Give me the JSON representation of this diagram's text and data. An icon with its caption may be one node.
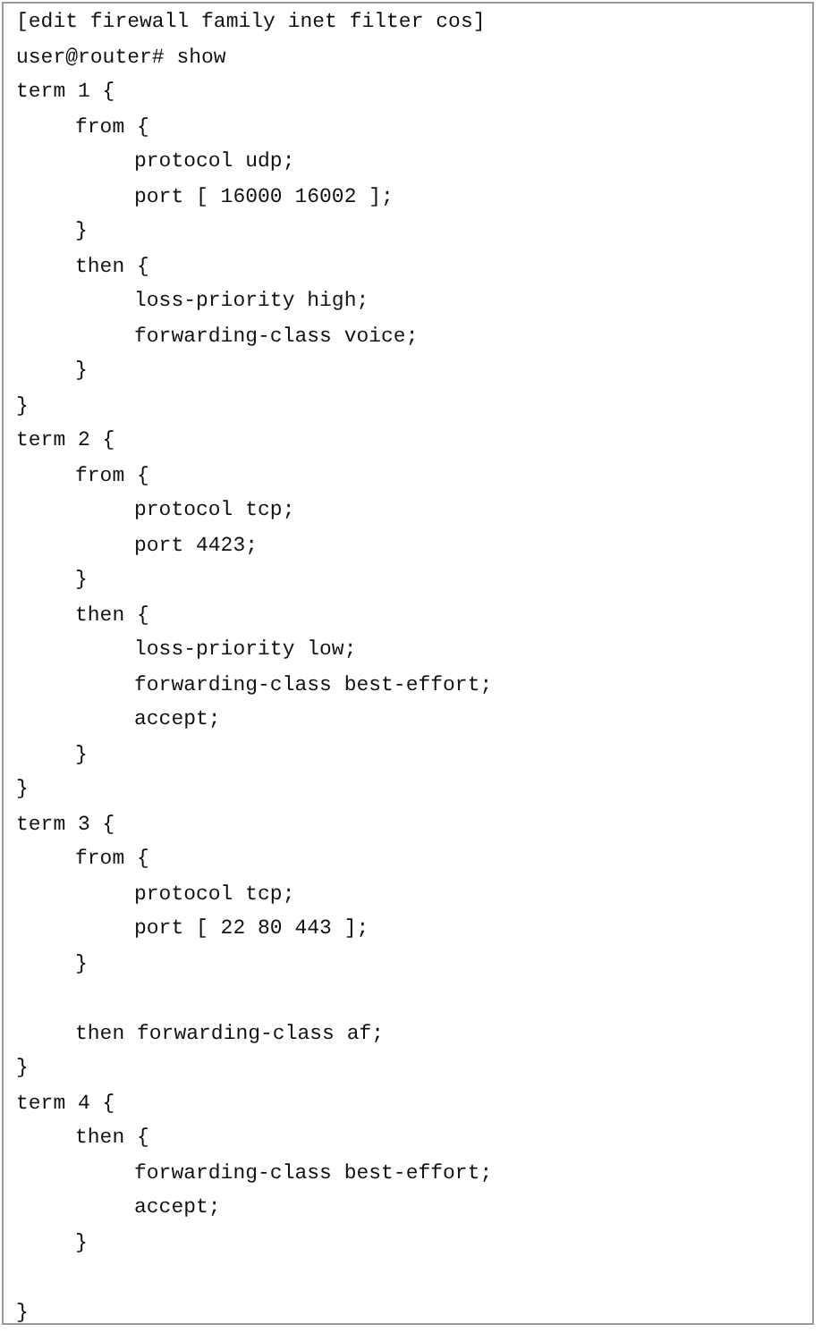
{
  "diagram": {
    "labels": [
      "[edit firewall family inet filter cos]",
      "user@router# show",
      "term 1 {",
      "from {",
      "protocol udp;",
      "port [ 16000 16002 ];",
      "}",
      "then {",
      "loss-priority high;",
      "forwarding-class voice;",
      "}",
      "}",
      "term 2 {",
      "from {",
      "protocol tcp;",
      "port 4423;",
      "}",
      "then {",
      "loss-priority low;",
      "forwarding-class best-effort;",
      "accept;",
      "}",
      "}",
      "term 3 {",
      "from {",
      "protocol tcp;",
      "port [ 22 80 443 ];",
      "}",
      "then forwarding-class af;",
      "}",
      "term 4 {",
      "then {",
      "forwarding-class best-effort;",
      "accept;",
      "}",
      "}"
    ]
  }
}
